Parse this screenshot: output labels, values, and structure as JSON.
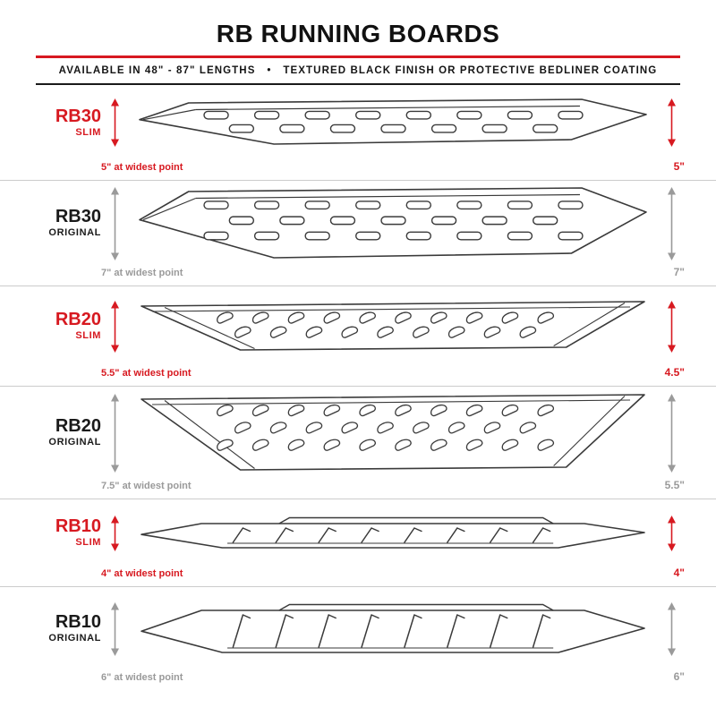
{
  "header": {
    "title": "RB RUNNING BOARDS",
    "subtitle": "AVAILABLE IN 48\" - 87\" LENGTHS   •   TEXTURED BLACK FINISH OR PROTECTIVE BEDLINER COATING"
  },
  "colors": {
    "slim": "#d71920",
    "original_text": "#1a1a1a",
    "muted": "#9a9a9a",
    "line_art": "#3a3a3a",
    "separator": "#cccccc"
  },
  "rows": [
    {
      "model": "RB30",
      "variant": "SLIM",
      "style": "slim",
      "width_note": "5\" at widest point",
      "height_label": "5\"",
      "art": {
        "type": "slots",
        "hole_rows": 2,
        "height": 58
      }
    },
    {
      "model": "RB30",
      "variant": "ORIGINAL",
      "style": "original",
      "width_note": "7\" at widest point",
      "height_label": "7\"",
      "art": {
        "type": "slots",
        "hole_rows": 3,
        "height": 86
      }
    },
    {
      "model": "RB20",
      "variant": "SLIM",
      "style": "slim",
      "width_note": "5.5\" at widest point",
      "height_label": "4.5\"",
      "art": {
        "type": "teardrop",
        "hole_rows": 2,
        "height": 62
      }
    },
    {
      "model": "RB20",
      "variant": "ORIGINAL",
      "style": "original",
      "width_note": "7.5\" at widest point",
      "height_label": "5.5\"",
      "art": {
        "type": "teardrop",
        "hole_rows": 3,
        "height": 92
      }
    },
    {
      "model": "RB10",
      "variant": "SLIM",
      "style": "slim",
      "width_note": "4\" at widest point",
      "height_label": "4\"",
      "art": {
        "type": "tread",
        "hole_rows": 1,
        "height": 44
      }
    },
    {
      "model": "RB10",
      "variant": "ORIGINAL",
      "style": "original",
      "width_note": "6\" at widest point",
      "height_label": "6\"",
      "art": {
        "type": "tread",
        "hole_rows": 1,
        "height": 64
      }
    }
  ]
}
